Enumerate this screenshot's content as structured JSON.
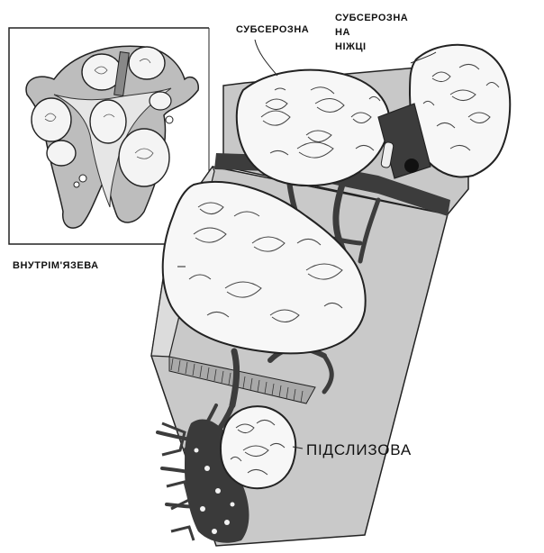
{
  "labels": {
    "subserosal": "СУБСЕРОЗНА",
    "pedunculated_line1": "СУБСЕРОЗНА",
    "pedunculated_line2": "НА",
    "pedunculated_line3": "НІЖЦІ",
    "intramural": "ВНУТРІМ'ЯЗЕВА",
    "submucosal": "ПІДСЛИЗОВА"
  },
  "colors": {
    "tissue": "#c9c9c9",
    "vessel": "#3c3c3c",
    "fibroid": "#f7f7f7",
    "outline": "#222222"
  }
}
